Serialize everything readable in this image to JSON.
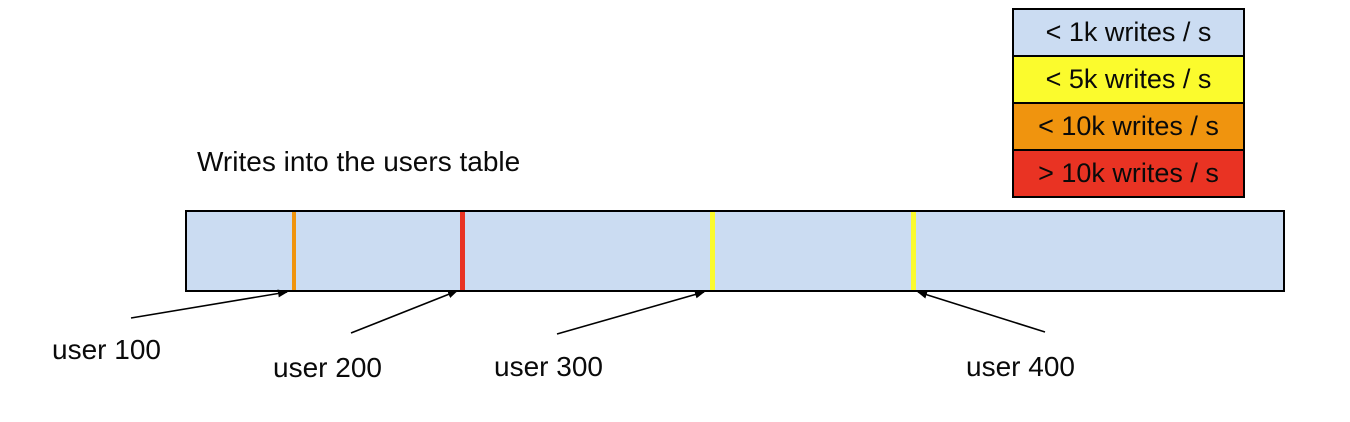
{
  "title": "Writes into the users table",
  "legend": {
    "items": [
      {
        "label": "< 1k writes / s",
        "color": "#cbdcf2"
      },
      {
        "label": "< 5k writes / s",
        "color": "#fbfb2d"
      },
      {
        "label": "< 10k writes / s",
        "color": "#f0940e"
      },
      {
        "label": "> 10k writes / s",
        "color": "#e93323"
      }
    ]
  },
  "table_bar": {
    "fill_color": "#cbdcf2",
    "border_color": "#000000",
    "stripes": [
      {
        "user": "user 100",
        "rate": "< 10k writes / s",
        "color": "#f0940e"
      },
      {
        "user": "user 200",
        "rate": "> 10k writes / s",
        "color": "#e93323"
      },
      {
        "user": "user 300",
        "rate": "< 5k writes / s",
        "color": "#fbfb2d"
      },
      {
        "user": "user 400",
        "rate": "< 5k writes / s",
        "color": "#fbfb2d"
      }
    ]
  },
  "callouts": [
    {
      "label": "user 100"
    },
    {
      "label": "user 200"
    },
    {
      "label": "user 300"
    },
    {
      "label": "user 400"
    }
  ]
}
